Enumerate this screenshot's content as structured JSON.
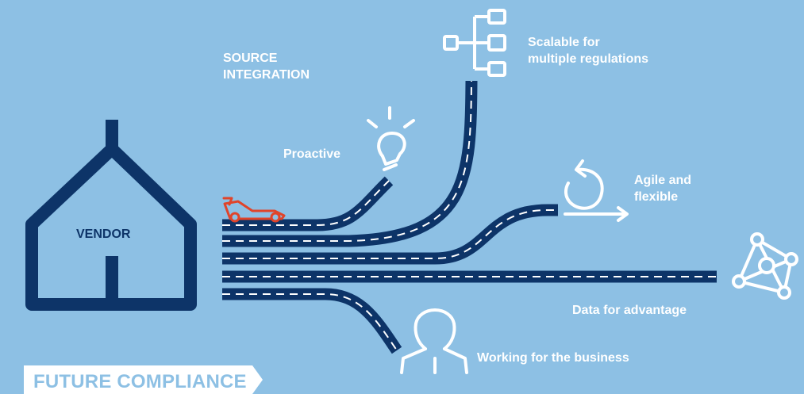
{
  "colors": {
    "background": "#8dc0e4",
    "road": "#0d3468",
    "lane_marking": "#ffffff",
    "car": "#e0442a",
    "banner": "#ffffff"
  },
  "house": {
    "label": "VENDOR"
  },
  "labels": {
    "source_integration": [
      "SOURCE",
      "INTEGRATION"
    ],
    "scalable": [
      "Scalable for",
      "multiple regulations"
    ],
    "proactive": "Proactive",
    "agile": [
      "Agile and",
      "flexible"
    ],
    "data_advantage": "Data for advantage",
    "working_business": "Working for the business"
  },
  "icons": [
    "org-chart-icon",
    "lightbulb-icon",
    "cycle-arrow-icon",
    "network-graph-icon",
    "person-icon",
    "race-car-icon"
  ],
  "banner": {
    "text": "FUTURE COMPLIANCE"
  }
}
